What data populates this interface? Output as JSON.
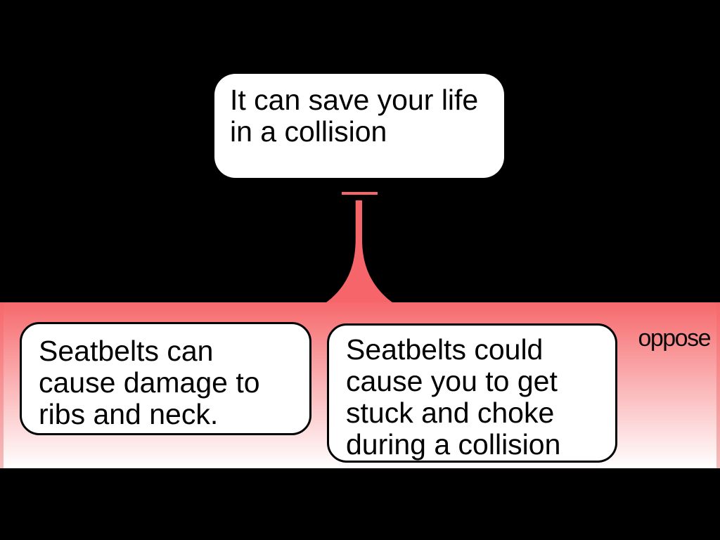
{
  "canvas": {
    "background": "#000000"
  },
  "parent_claim": {
    "text": "It can save your life in a collision"
  },
  "connector": {
    "color": "#f6656a"
  },
  "oppose_group": {
    "label": "oppose",
    "gradient_top": "#f6696c",
    "gradient_bottom": "#ffffff",
    "objections": [
      {
        "text": "Seatbelts can cause damage to ribs and neck."
      },
      {
        "text": "Seatbelts could cause you to get stuck and choke during a collision"
      }
    ]
  }
}
